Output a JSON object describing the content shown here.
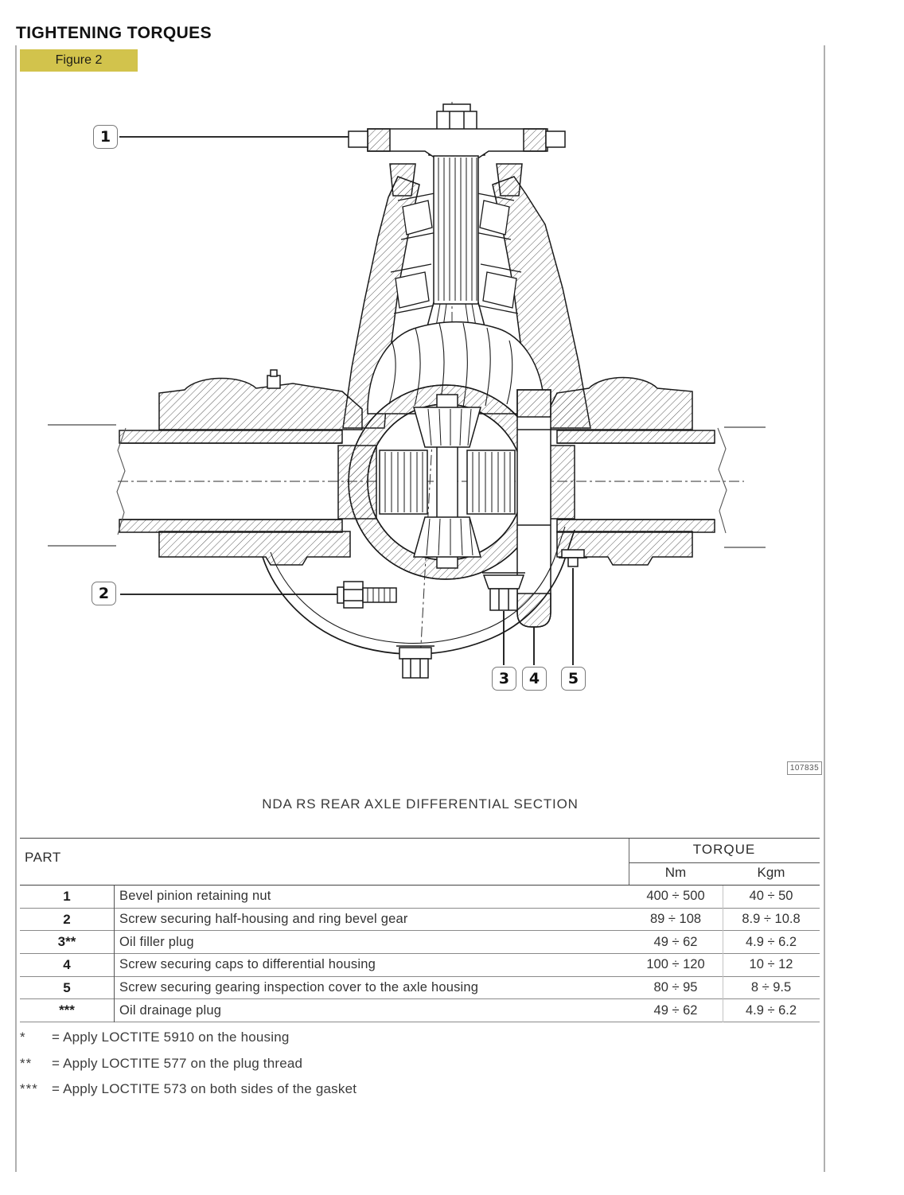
{
  "page": {
    "title": "TIGHTENING TORQUES",
    "figure_label": "Figure 2",
    "caption": "NDA RS REAR AXLE DIFFERENTIAL SECTION",
    "image_number": "107835"
  },
  "colors": {
    "figure_badge_bg": "#d2c34c",
    "line_color": "#1a1a1a"
  },
  "callouts": [
    {
      "label": "1",
      "points_to": "bevel pinion retaining nut"
    },
    {
      "label": "2",
      "points_to": "screw securing half-housing and ring bevel gear"
    },
    {
      "label": "3",
      "points_to": "oil filler plug"
    },
    {
      "label": "4",
      "points_to": "screw securing caps to differential housing"
    },
    {
      "label": "5",
      "points_to": "screw securing gearing inspection cover"
    }
  ],
  "table": {
    "part_header": "PART",
    "torque_header": "TORQUE",
    "unit_nm": "Nm",
    "unit_kgm": "Kgm",
    "rows": [
      {
        "num": "1",
        "desc": "Bevel pinion retaining nut",
        "nm": "400 ÷ 500",
        "kgm": "40 ÷ 50"
      },
      {
        "num": "2",
        "desc": "Screw securing half-housing and ring bevel gear",
        "nm": "89 ÷ 108",
        "kgm": "8.9 ÷ 10.8"
      },
      {
        "num": "3**",
        "desc": "Oil filler plug",
        "nm": "49 ÷ 62",
        "kgm": "4.9 ÷ 6.2"
      },
      {
        "num": "4",
        "desc": "Screw securing caps to differential housing",
        "nm": "100 ÷ 120",
        "kgm": "10 ÷ 12"
      },
      {
        "num": "5",
        "desc": "Screw securing gearing inspection cover to the axle housing",
        "nm": "80 ÷ 95",
        "kgm": "8 ÷ 9.5"
      },
      {
        "num": "***",
        "desc": "Oil drainage plug",
        "nm": "49 ÷ 62",
        "kgm": "4.9 ÷ 6.2"
      }
    ]
  },
  "footnotes": [
    {
      "sym": "*",
      "text": "= Apply LOCTITE 5910 on the housing"
    },
    {
      "sym": "**",
      "text": "= Apply LOCTITE 577 on the plug thread"
    },
    {
      "sym": "***",
      "text": "= Apply LOCTITE 573 on both sides of the gasket"
    }
  ]
}
